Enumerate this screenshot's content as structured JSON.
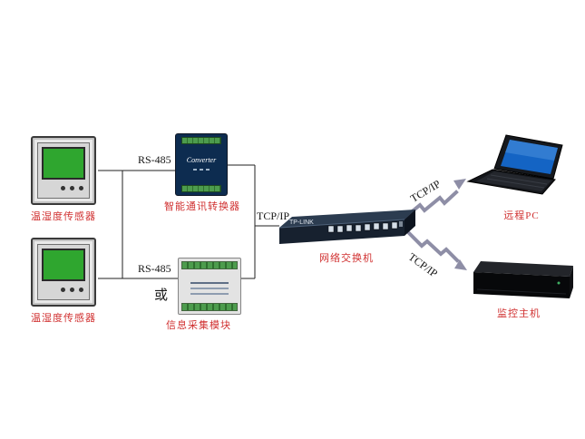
{
  "labels": {
    "sensor1": "温湿度传感器",
    "sensor2": "温湿度传感器",
    "converter": "智能通讯转换器",
    "or": "或",
    "module": "信息采集模块",
    "switch": "网络交换机",
    "remote_pc": "远程PC",
    "monitor_host": "监控主机"
  },
  "connections": {
    "rs485_top": "RS-485",
    "rs485_bottom": "RS-485",
    "tcpip_switch": "TCP/IP",
    "tcpip_pc": "TCP/IP",
    "tcpip_host": "TCP/IP"
  },
  "devices": {
    "converter_text": "Converter",
    "switch_brand": "TP-LINK"
  },
  "colors": {
    "label_red": "#d03030",
    "line_black": "#222222",
    "screen_green": "#2fa62f",
    "lightning_gray": "#8e8ea6",
    "laptop_screen_blue": "#1464c4"
  }
}
